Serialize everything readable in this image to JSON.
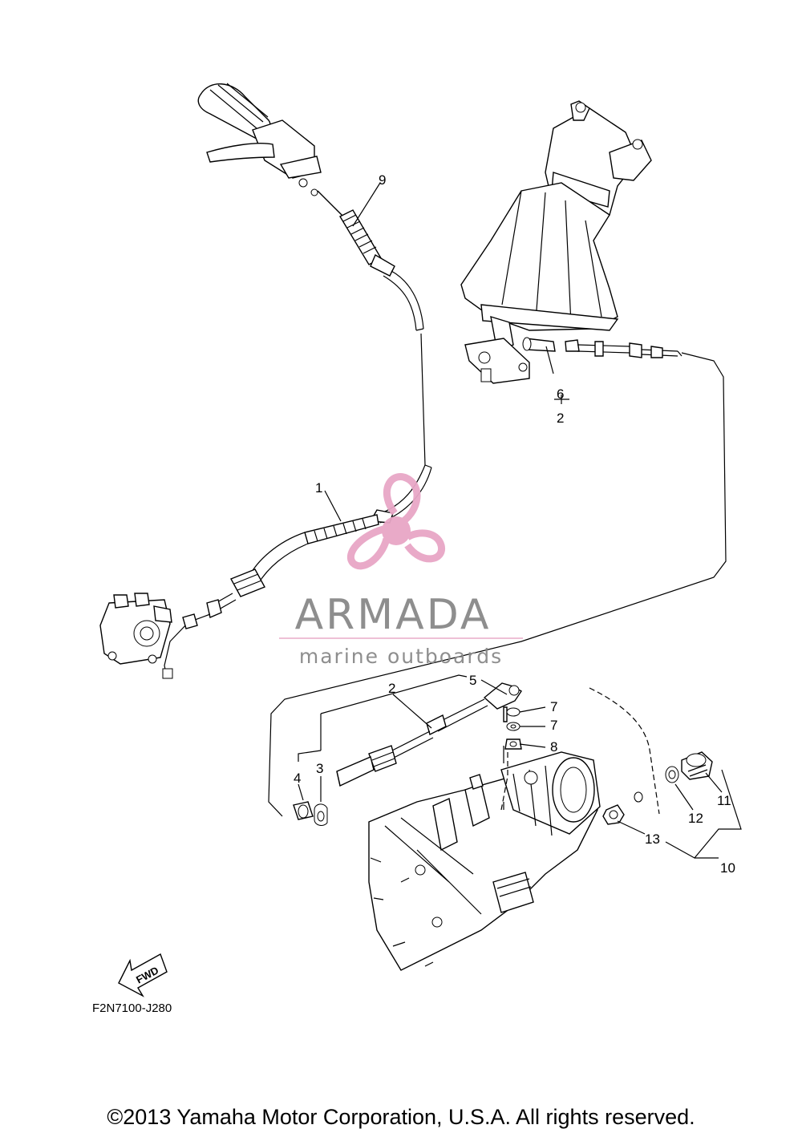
{
  "diagram": {
    "callouts": {
      "c1": "1",
      "c2a": "2",
      "c2b": "2",
      "c3": "3",
      "c4": "4",
      "c5": "5",
      "c6": "6",
      "c7a": "7",
      "c7b": "7",
      "c8": "8",
      "c9": "9",
      "c10": "10",
      "c11": "11",
      "c12": "12",
      "c13": "13"
    },
    "fwd_label": "FWD",
    "drawing_code": "F2N7100-J280"
  },
  "watermark": {
    "brand": "ARMADA",
    "tagline": "marine outboards",
    "colors": {
      "text": "#888888",
      "accent": "#e8a6c6"
    }
  },
  "footer": {
    "copyright": "©2013 Yamaha Motor Corporation, U.S.A. All rights reserved."
  }
}
